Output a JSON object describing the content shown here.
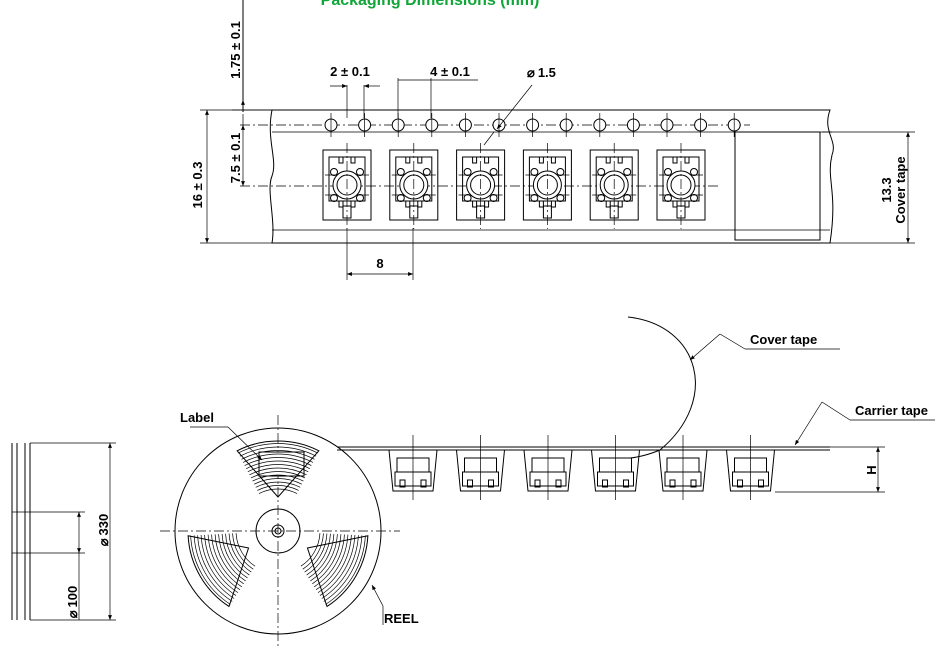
{
  "title": "Packaging Dimensions (mm)",
  "colors": {
    "title": "#12a538",
    "line": "#000000",
    "background": "#ffffff"
  },
  "tape": {
    "hole_pitch": "4 ± 0.1",
    "hole_offset": "2 ± 0.1",
    "hole_diameter": "1.5",
    "hole_edge": "1.75 ± 0.1",
    "tape_width": "16 ± 0.3",
    "center_offset": "7.5 ± 0.1",
    "pocket_pitch": "8",
    "cover_width": "13.3",
    "cover_label": "Cover tape"
  },
  "reel": {
    "label": "Label",
    "name": "REEL",
    "outer_diameter": "330",
    "hub_diameter": "100",
    "diameter_symbol": "⌀"
  },
  "side_view": {
    "cover_tape": "Cover tape",
    "carrier_tape": "Carrier tape",
    "height": "H"
  }
}
